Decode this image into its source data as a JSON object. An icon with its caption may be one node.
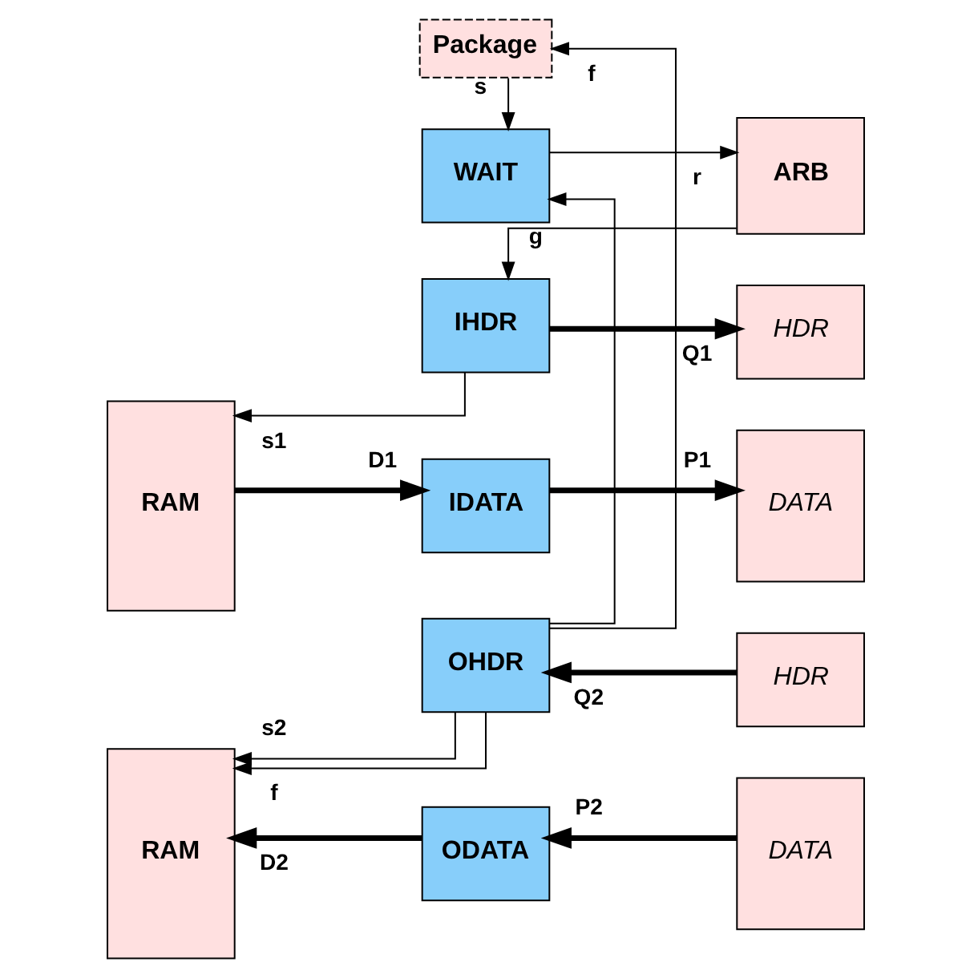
{
  "diagram": {
    "nodes": [
      {
        "text": [
          "Package"
        ]
      },
      {
        "text": [
          "WAIT"
        ]
      },
      {
        "text": [
          "ARB"
        ]
      },
      {
        "text": [
          "RAM"
        ]
      },
      {
        "text": [
          "IHDR"
        ]
      },
      {
        "text": [
          "HDR"
        ]
      },
      {
        "text": [
          "IDATA"
        ]
      },
      {
        "text": [
          "DATA"
        ]
      },
      {
        "text": [
          "RAM"
        ]
      },
      {
        "text": [
          "OHDR"
        ]
      },
      {
        "text": [
          "HDR"
        ]
      },
      {
        "text": [
          "ODATA"
        ]
      },
      {
        "text": [
          "DATA"
        ]
      }
    ],
    "edges": [
      {
        "from": 0,
        "to": 1,
        "arrow": "to",
        "label": "s"
      },
      {
        "from": 9,
        "to": 0,
        "arrow": "to",
        "label": "f"
      },
      {
        "from": 9,
        "to": 1,
        "arrow": "to"
      },
      {
        "from": 1,
        "to": 2,
        "arrow": "to",
        "label": "r"
      },
      {
        "from": 2,
        "to": 4,
        "arrow": "to",
        "label": "g"
      },
      {
        "from": 4,
        "to": 3,
        "arrow": "to",
        "label": "s1"
      },
      {
        "from": 4,
        "to": 5,
        "arrow": "to",
        "label": "Q1",
        "style": "thick"
      },
      {
        "from": 3,
        "to": 6,
        "arrow": "to",
        "label": "D1",
        "style": "thick"
      },
      {
        "from": 6,
        "to": 7,
        "arrow": "to",
        "label": "P1",
        "style": "thick"
      },
      {
        "from": 9,
        "to": 8,
        "arrow": "to",
        "label": "s2"
      },
      {
        "from": 9,
        "to": 8,
        "arrow": "to",
        "label": "f"
      },
      {
        "from": 10,
        "to": 9,
        "arrow": "to",
        "label": "Q2",
        "style": "thick"
      },
      {
        "from": 12,
        "to": 11,
        "arrow": "to",
        "label": "P2",
        "style": "thick"
      },
      {
        "from": 11,
        "to": 8,
        "arrow": "to",
        "label": "D2",
        "style": "thick"
      }
    ]
  }
}
